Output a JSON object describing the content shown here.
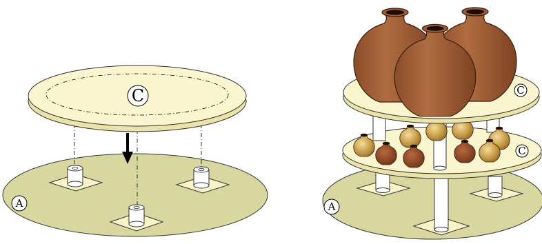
{
  "left_figure": {
    "top_plate_label": "C",
    "base_label": "A"
  },
  "right_figure": {
    "top_shelf_label": "C",
    "middle_shelf_label": "C",
    "base_label": "A"
  },
  "colors": {
    "base_fill": "#d9d7a0",
    "plate_fill": "#fbf6cf",
    "plate_edge": "#ece3a8",
    "square_fill": "#fdf5cf",
    "pillar_fill": "#ffffff",
    "jar_large": "#a5633a",
    "jar_small_gold": "#c9a04d",
    "jar_small_brown": "#8f4b2c",
    "arrow": "#000000"
  },
  "icons": [
    "down-arrow-icon",
    "clay-jar-icon"
  ]
}
